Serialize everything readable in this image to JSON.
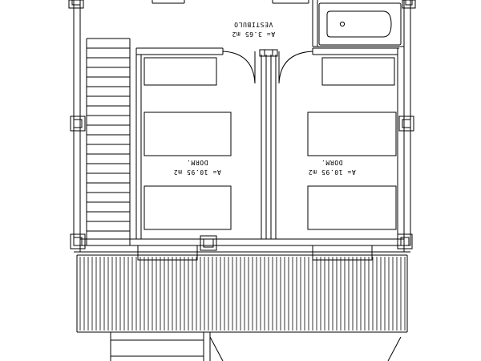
{
  "rooms": {
    "vestibulo": {
      "area": "A= 3.65 m2",
      "name": "VESTIBULO"
    },
    "dorm_left": {
      "area": "A= 10.95 m2",
      "name": "DORM."
    },
    "dorm_right": {
      "area": "A= 10.95 m2",
      "name": "DORM."
    }
  },
  "colors": {
    "line": "#000000",
    "background": "#ffffff"
  }
}
